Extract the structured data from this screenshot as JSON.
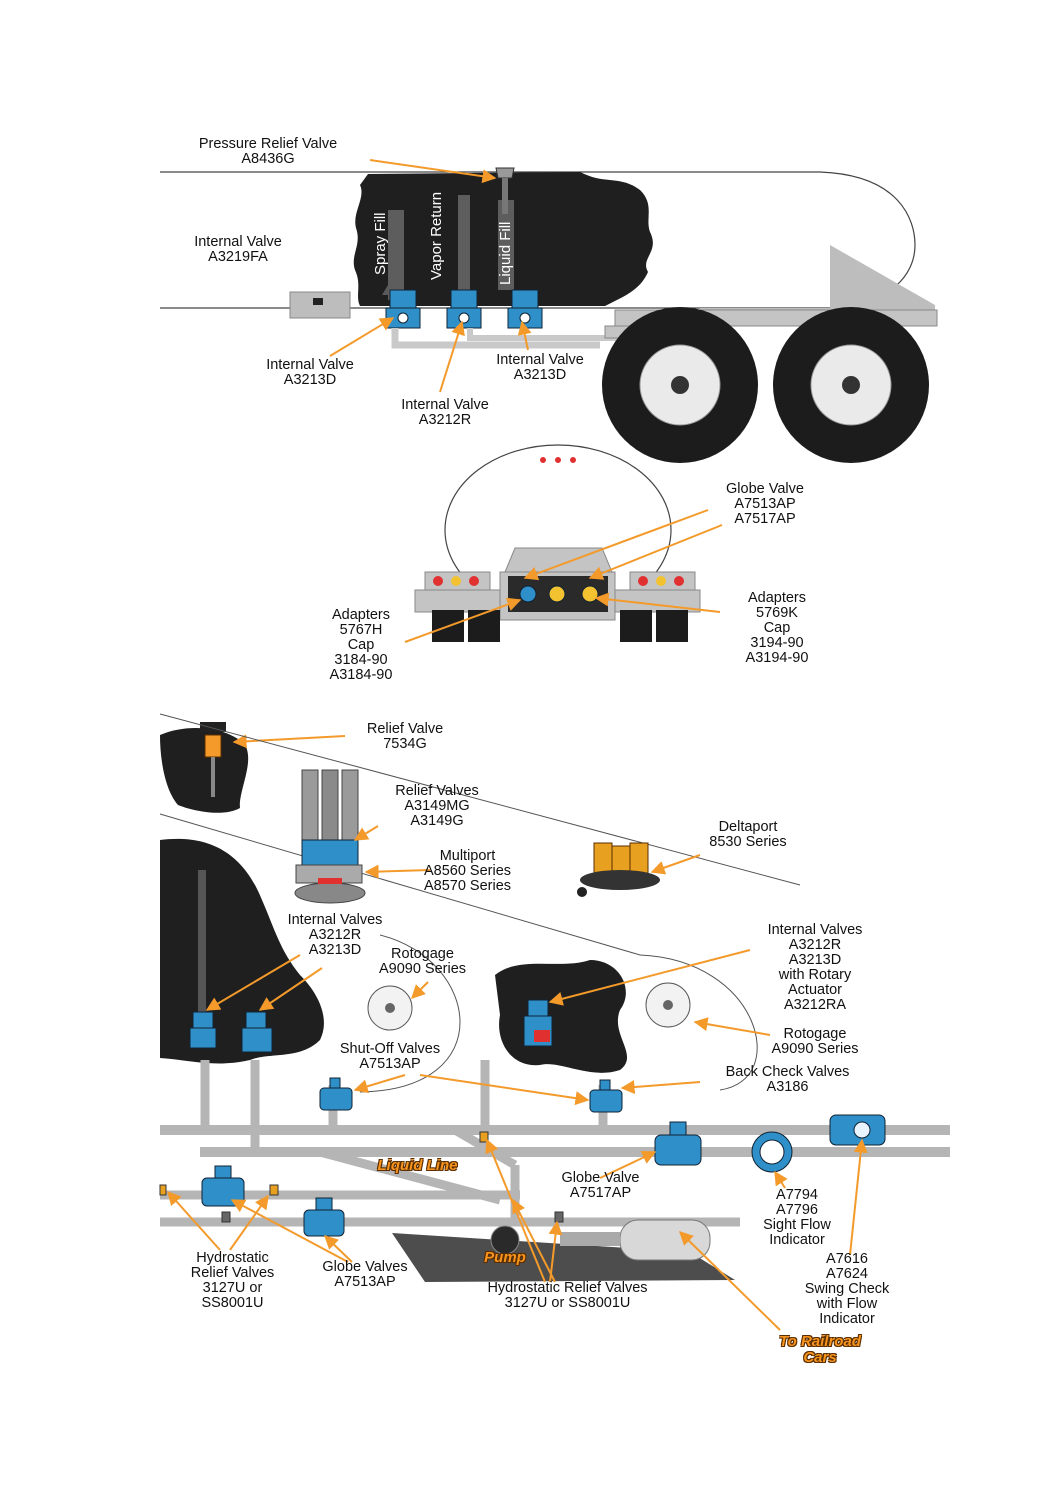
{
  "tanker_side": {
    "pressure_relief": "Pressure Relief Valve\nA8436G",
    "internal_valve_fa": "Internal Valve\nA3219FA",
    "spray_fill": "Spray Fill",
    "vapor_return": "Vapor Return",
    "liquid_fill": "Liquid Fill",
    "internal_valve_left": "Internal Valve\nA3213D",
    "internal_valve_mid": "Internal Valve\nA3212R",
    "internal_valve_right": "Internal Valve\nA3213D"
  },
  "tanker_rear": {
    "globe_valve": "Globe Valve\nA7513AP\nA7517AP",
    "adapters_left": "Adapters\n5767H\nCap\n3184-90\nA3184-90",
    "adapters_right": "Adapters\n5769K\nCap\n3194-90\nA3194-90"
  },
  "plant": {
    "relief_valve": "Relief Valve\n7534G",
    "relief_valves": "Relief Valves\nA3149MG\nA3149G",
    "multiport": "Multiport\nA8560 Series\nA8570 Series",
    "deltaport": "Deltaport\n8530 Series",
    "internal_valves_left": "Internal Valves\nA3212R\nA3213D",
    "rotogage_left": "Rotogage\nA9090 Series",
    "internal_valves_right": "Internal Valves\nA3212R\nA3213D\nwith Rotary\nActuator\nA3212RA",
    "rotogage_right": "Rotogage\nA9090 Series",
    "shutoff_valves": "Shut-Off Valves\nA7513AP",
    "back_check": "Back Check Valves\nA3186",
    "globe_valve_right": "Globe Valve\nA7517AP",
    "sight_flow": "A7794\nA7796\nSight Flow\nIndicator",
    "swing_check": "A7616\nA7624\nSwing Check\nwith Flow\nIndicator",
    "hydro_left": "Hydrostatic\nRelief Valves\n3127U or\nSS8001U",
    "globe_valves_left": "Globe Valves\nA7513AP",
    "hydro_center": "Hydrostatic Relief Valves\n3127U or SS8001U",
    "liquid_line": "Liquid Line",
    "pump": "Pump",
    "railroad": "To Railroad\nCars"
  },
  "colors": {
    "valve_blue": "#2f8fc9",
    "leader_orange": "#f39a2b",
    "tank_dark": "#1f1f1f",
    "pipe_gray": "#c9c9c9"
  }
}
